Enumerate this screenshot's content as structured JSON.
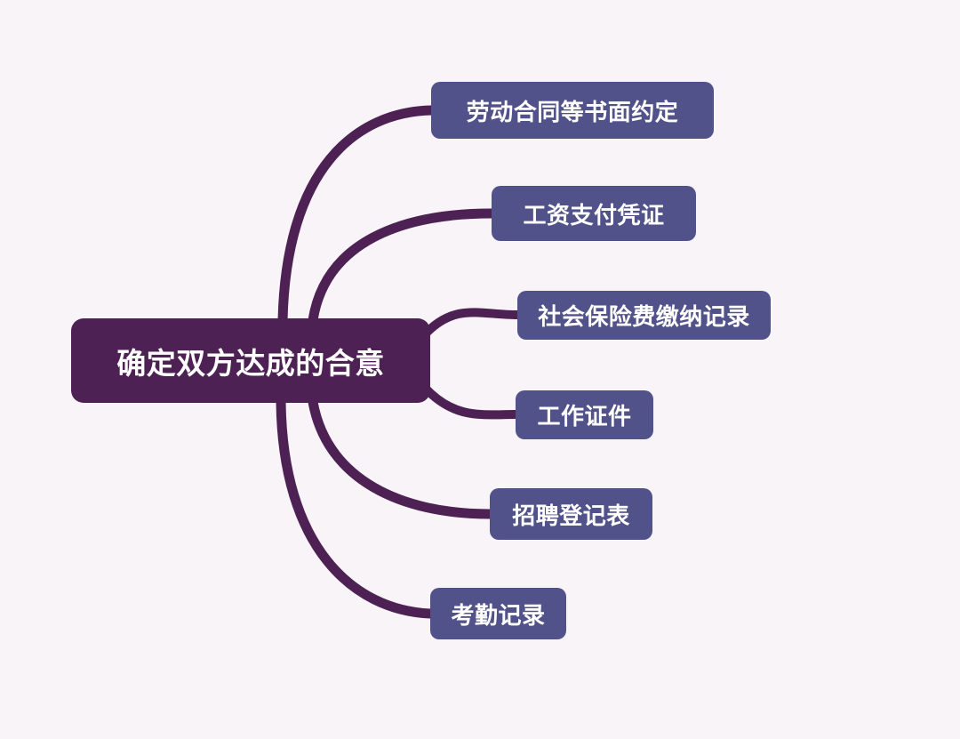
{
  "diagram": {
    "type": "mind-map",
    "title": "确定双方达成的合意",
    "background_color": "#f8f4f7",
    "root": {
      "label": "确定双方达成的合意",
      "fill_color": "#4d2154",
      "text_color": "#ffffff"
    },
    "branch_color": "#4d2154",
    "children": [
      {
        "label": "劳动合同等书面约定",
        "fill_color": "#52528b",
        "text_color": "#ffffff"
      },
      {
        "label": "工资支付凭证",
        "fill_color": "#52528b",
        "text_color": "#ffffff"
      },
      {
        "label": "社会保险费缴纳记录",
        "fill_color": "#52528b",
        "text_color": "#ffffff"
      },
      {
        "label": "工作证件",
        "fill_color": "#52528b",
        "text_color": "#ffffff"
      },
      {
        "label": "招聘登记表",
        "fill_color": "#52528b",
        "text_color": "#ffffff"
      },
      {
        "label": "考勤记录",
        "fill_color": "#52528b",
        "text_color": "#ffffff"
      }
    ]
  }
}
